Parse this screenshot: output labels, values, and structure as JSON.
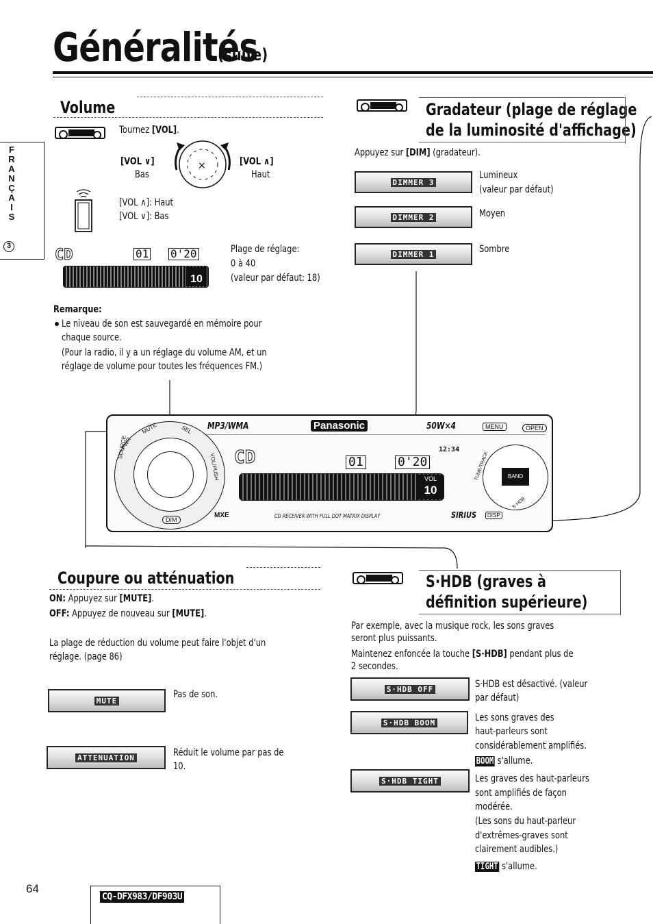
{
  "header": {
    "title": "Généralités",
    "subtitle": "(suite)"
  },
  "sidetab": {
    "letters": [
      "F",
      "R",
      "A",
      "N",
      "Ç",
      "A",
      "I",
      "S"
    ],
    "number": "3"
  },
  "volume": {
    "heading": "Volume",
    "instruction_prefix": "Tournez ",
    "instruction_key": "[VOL]",
    "instruction_suffix": ".",
    "vol_down": "[VOL ∨]",
    "vol_down_sub": "Bas",
    "vol_up": "[VOL ∧]",
    "vol_up_sub": "Haut",
    "remote_up": "[VOL ∧]: Haut",
    "remote_down": "[VOL ∨]: Bas",
    "range_label": "Plage de réglage:",
    "range_value": "0 à 40",
    "range_default": "(valeur par défaut: 18)",
    "display_cd": "CD",
    "display_track": "01",
    "display_time": "0'20",
    "display_vol": "10",
    "remark_title": "Remarque:",
    "remark_line1": "Le niveau de son est sauvegardé en mémoire pour",
    "remark_line2": "chaque source.",
    "remark_line3": "(Pour la radio, il y a un réglage du volume AM, et un",
    "remark_line4": "réglage de volume pour toutes les fréquences FM.)"
  },
  "dimmer": {
    "heading_line1": "Gradateur (plage de réglage",
    "heading_line2": "de la luminosité d'affichage)",
    "instruction_prefix": "Appuyez sur ",
    "instruction_key": "[DIM]",
    "instruction_suffix": " (gradateur).",
    "options": [
      {
        "lcd": "DIMMER 3",
        "desc1": "Lumineux",
        "desc2": "(valeur par défaut)"
      },
      {
        "lcd": "DIMMER 2",
        "desc1": "Moyen",
        "desc2": ""
      },
      {
        "lcd": "DIMMER 1",
        "desc1": "Sombre",
        "desc2": ""
      }
    ]
  },
  "unit": {
    "brand": "Panasonic",
    "mp3": "MP3/WMA",
    "power": "50W×4",
    "menu": "MENU",
    "open": "OPEN",
    "source": "SOURCE",
    "pwr": "PWR",
    "mute": "MUTE",
    "sel": "SEL",
    "vol_push": "VOL/PUSH",
    "dim": "DIM",
    "cd": "CD",
    "track": "01",
    "time": "0'20",
    "clock": "12:34",
    "vol": "10",
    "vol_label": "VOL",
    "mxe": "MXE",
    "receiver": "CD RECEIVER WITH FULL DOT MATRIX DISPLAY",
    "sirius": "SIRIUS",
    "disp": "DISP",
    "band": "BAND",
    "tune": "TUNE/TRACK",
    "shdb_key": "S·HDB"
  },
  "mute": {
    "heading": "Coupure ou atténuation",
    "on_label": "ON:",
    "on_prefix": " Appuyez sur ",
    "on_key": "[MUTE]",
    "on_suffix": ".",
    "off_label": "OFF:",
    "off_prefix": " Appuyez de nouveau sur ",
    "off_key": "[MUTE]",
    "off_suffix": ".",
    "para1": "La plage de réduction du volume peut faire l'objet d'un",
    "para2": "réglage. (page 86)",
    "options": [
      {
        "lcd": "MUTE",
        "desc1": "Pas de son.",
        "desc2": ""
      },
      {
        "lcd": "ATTENUATION",
        "desc1": "Réduit le volume par pas de",
        "desc2": "10."
      }
    ]
  },
  "shdb": {
    "heading_line1": "S·HDB (graves à",
    "heading_line2": "définition supérieure)",
    "p1": "Par exemple, avec la musique rock, les sons graves",
    "p2": "seront plus puissants.",
    "p3_prefix": "Maintenez enfoncée la touche ",
    "p3_key": "[S·HDB]",
    "p3_suffix": " pendant plus de",
    "p4": "2 secondes.",
    "options": [
      {
        "lcd": "S·HDB OFF",
        "lines": [
          "S·HDB est désactivé. (valeur",
          "par défaut)"
        ]
      },
      {
        "lcd": "S·HDB BOOM",
        "lines": [
          "Les sons graves des",
          "haut-parleurs sont",
          "considérablement amplifiés."
        ],
        "badge": "BOOM",
        "badge_text": " s'allume."
      },
      {
        "lcd": "S·HDB TIGHT",
        "lines": [
          "Les graves des haut-parleurs",
          "sont amplifiés de façon",
          "modérée.",
          "(Les sons du haut-parleur",
          "d'extrêmes-graves sont",
          "clairement audibles.)"
        ],
        "badge": "TIGHT",
        "badge_text": " s'allume."
      }
    ]
  },
  "footer": {
    "page": "64",
    "model": "CQ-DFX983/DF903U"
  }
}
